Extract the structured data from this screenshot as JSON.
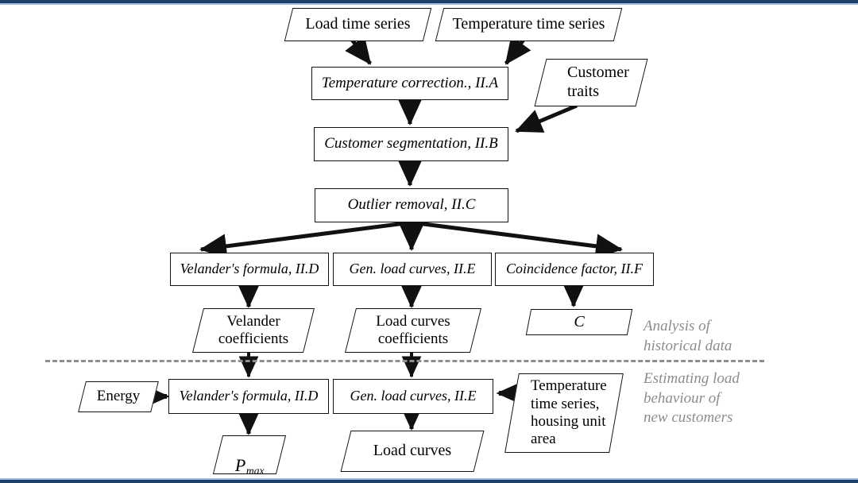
{
  "diagram": {
    "title": "Load estimation methodology flowchart",
    "colors": {
      "frame_navy": "#1b3f6b",
      "frame_light_blue": "#9dbbdd",
      "node_stroke": "#111111",
      "annotation_gray": "#8c8c8c",
      "divider_gray": "#8f8f8f",
      "background": "#ffffff"
    },
    "sections": [
      {
        "id": "historical",
        "label": "Analysis of\nhistorical data"
      },
      {
        "id": "estimating",
        "label": "Estimating load\nbehaviour of\nnew customers"
      }
    ],
    "nodes": [
      {
        "id": "load-time-series",
        "kind": "data",
        "label": "Load time series"
      },
      {
        "id": "temperature-time-series",
        "kind": "data",
        "label": "Temperature time series"
      },
      {
        "id": "temperature-correction",
        "kind": "process",
        "label": "Temperature correction., II.A"
      },
      {
        "id": "customer-traits",
        "kind": "data",
        "label": "Customer\ntraits"
      },
      {
        "id": "customer-segmentation",
        "kind": "process",
        "label": "Customer segmentation, II.B"
      },
      {
        "id": "outlier-removal",
        "kind": "process",
        "label": "Outlier removal, II.C"
      },
      {
        "id": "velanders-formula-hist",
        "kind": "process",
        "label": "Velander's formula, II.D"
      },
      {
        "id": "gen-load-curves-hist",
        "kind": "process",
        "label": "Gen. load curves, II.E"
      },
      {
        "id": "coincidence-factor",
        "kind": "process",
        "label": "Coincidence factor, II.F"
      },
      {
        "id": "velander-coefficients",
        "kind": "data",
        "label": "Velander\ncoefficients"
      },
      {
        "id": "load-curves-coefficients",
        "kind": "data",
        "label": "Load curves\ncoefficients"
      },
      {
        "id": "coincidence-c",
        "kind": "data",
        "label": "C"
      },
      {
        "id": "energy",
        "kind": "data",
        "label": "Energy"
      },
      {
        "id": "velanders-formula-new",
        "kind": "process",
        "label": "Velander's formula, II.D"
      },
      {
        "id": "gen-load-curves-new",
        "kind": "process",
        "label": "Gen. load curves, II.E"
      },
      {
        "id": "temperature-housing",
        "kind": "data",
        "label": "Temperature\ntime series,\nhousing unit\narea"
      },
      {
        "id": "p-max",
        "kind": "data",
        "label": "P max"
      },
      {
        "id": "load-curves-out",
        "kind": "data",
        "label": "Load curves"
      }
    ],
    "edges": [
      {
        "from": "load-time-series",
        "to": "temperature-correction"
      },
      {
        "from": "temperature-time-series",
        "to": "temperature-correction"
      },
      {
        "from": "temperature-correction",
        "to": "customer-segmentation"
      },
      {
        "from": "customer-traits",
        "to": "customer-segmentation"
      },
      {
        "from": "customer-segmentation",
        "to": "outlier-removal"
      },
      {
        "from": "outlier-removal",
        "to": "velanders-formula-hist"
      },
      {
        "from": "outlier-removal",
        "to": "gen-load-curves-hist"
      },
      {
        "from": "outlier-removal",
        "to": "coincidence-factor"
      },
      {
        "from": "velanders-formula-hist",
        "to": "velander-coefficients"
      },
      {
        "from": "gen-load-curves-hist",
        "to": "load-curves-coefficients"
      },
      {
        "from": "coincidence-factor",
        "to": "coincidence-c"
      },
      {
        "from": "velander-coefficients",
        "to": "velanders-formula-new"
      },
      {
        "from": "load-curves-coefficients",
        "to": "gen-load-curves-new"
      },
      {
        "from": "energy",
        "to": "velanders-formula-new"
      },
      {
        "from": "temperature-housing",
        "to": "gen-load-curves-new"
      },
      {
        "from": "velanders-formula-new",
        "to": "p-max"
      },
      {
        "from": "gen-load-curves-new",
        "to": "load-curves-out"
      }
    ]
  }
}
